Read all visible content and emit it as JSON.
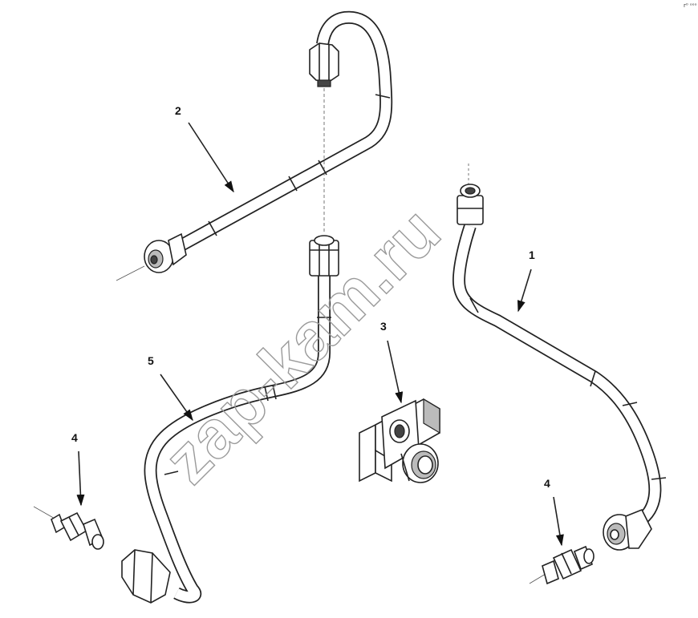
{
  "corner_mark": "r⁰ ᵒᵒᵒ",
  "watermark": "zap-kam.ru",
  "callouts": [
    {
      "id": "1",
      "label": "1"
    },
    {
      "id": "2",
      "label": "2"
    },
    {
      "id": "3",
      "label": "3"
    },
    {
      "id": "4a",
      "label": "4"
    },
    {
      "id": "4b",
      "label": "4"
    },
    {
      "id": "5",
      "label": "5"
    }
  ]
}
